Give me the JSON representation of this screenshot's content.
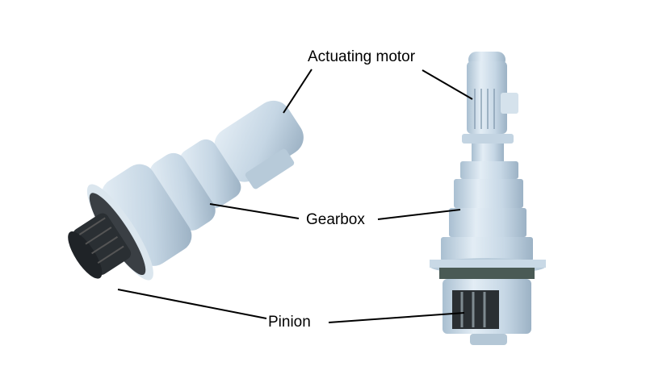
{
  "diagram": {
    "labels": {
      "motor": "Actuating motor",
      "gearbox": "Gearbox",
      "pinion": "Pinion"
    },
    "components": {
      "left_unit": "horizontal-drive-assembly",
      "right_unit": "vertical-drive-assembly"
    },
    "colors": {
      "housing": "#c9d9e6",
      "housing_shade": "#9fb6c9",
      "housing_light": "#e4eef5",
      "pinion": "#2a2f33",
      "leader": "#000000"
    }
  }
}
